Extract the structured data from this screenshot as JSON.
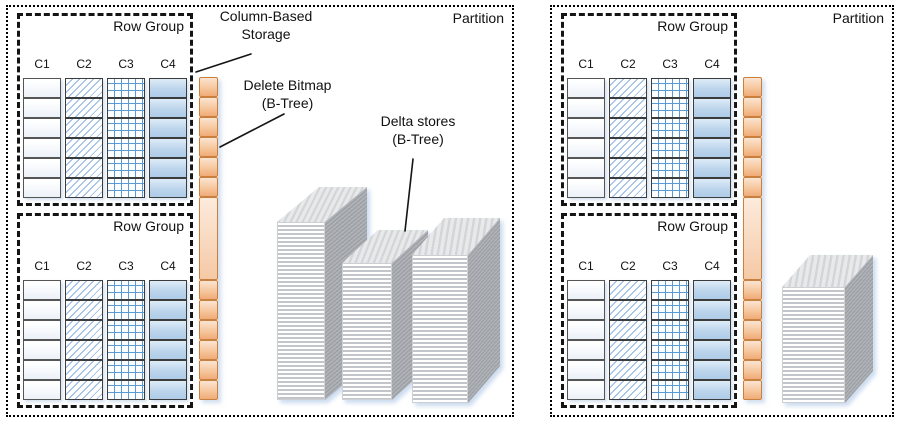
{
  "labels": {
    "partition": "Partition",
    "row_group": "Row Group",
    "columns": [
      "C1",
      "C2",
      "C3",
      "C4"
    ],
    "column_based_storage": {
      "line1": "Column-Based",
      "line2": "Storage"
    },
    "delete_bitmap": {
      "line1": "Delete Bitmap",
      "line2": "(B-Tree)"
    },
    "delta_stores": {
      "line1": "Delta stores",
      "line2": "(B-Tree)"
    }
  },
  "structure": {
    "partitions": 2,
    "row_groups_per_partition": 2,
    "rows_per_row_group": 6,
    "columns_per_row_group": 4,
    "delete_bitmap_cells_per_row_group": 6,
    "delta_store_stacks_left_partition": 3,
    "delta_store_stacks_right_partition": 1
  },
  "colors": {
    "delete_bitmap_fill": "#f6c79e",
    "delete_bitmap_border": "#c9803f",
    "column_solid_blue": "#bcd5ec",
    "hatch_blue": "#8eb4e3",
    "grid_blue": "#5b9bd5",
    "stack_gray": "#c2c6ca",
    "stack_side_gray": "#9da0a4",
    "line_black": "#141414"
  }
}
